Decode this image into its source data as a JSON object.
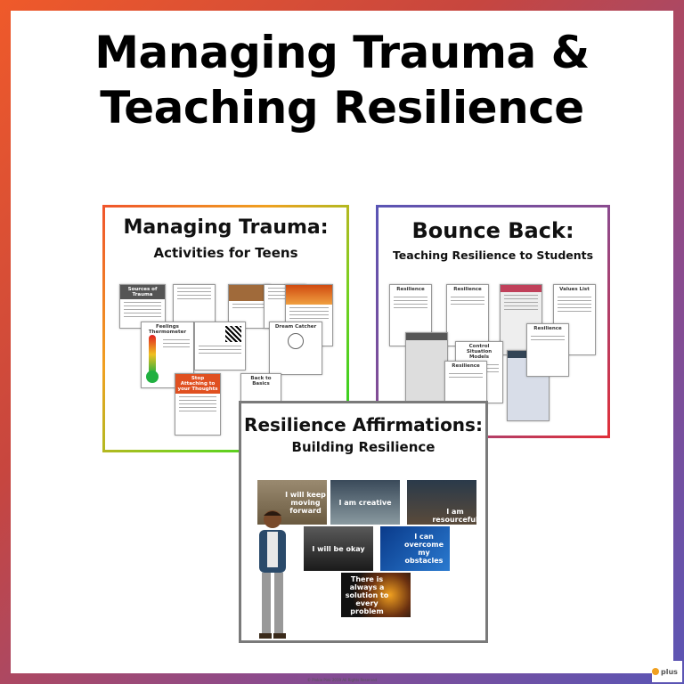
{
  "title": {
    "line1": "Managing Trauma &",
    "line2": "Teaching Resilience"
  },
  "cards": {
    "trauma": {
      "title": "Managing Trauma:",
      "subtitle": "Activities for Teens",
      "previews": [
        "Sources of Trauma",
        "Feelings Thermometer",
        "Dream Catcher",
        "Back to Basics",
        "Stop Attaching to your Thoughts"
      ]
    },
    "bounce": {
      "title": "Bounce Back:",
      "subtitle": "Teaching Resilience to Students",
      "previews": [
        "Resilience",
        "Resilience",
        "Values List",
        "Resilience",
        "Resilience",
        "Control Situation Models"
      ]
    },
    "affirm": {
      "title": "Resilience Affirmations:",
      "subtitle": "Building Resilience",
      "affirmations": [
        "I will keep moving forward",
        "I am creative",
        "I am resourceful",
        "I will be okay",
        "I can overcome my obstacles",
        "There is always a solution to every problem"
      ]
    }
  },
  "footer": {
    "copyright": "© Pinkie Pink 2019 All Rights Reserved",
    "logo": "plus"
  },
  "colors": {
    "border_gradient_start": "#ef5a2a",
    "border_gradient_end": "#5a55b5"
  }
}
